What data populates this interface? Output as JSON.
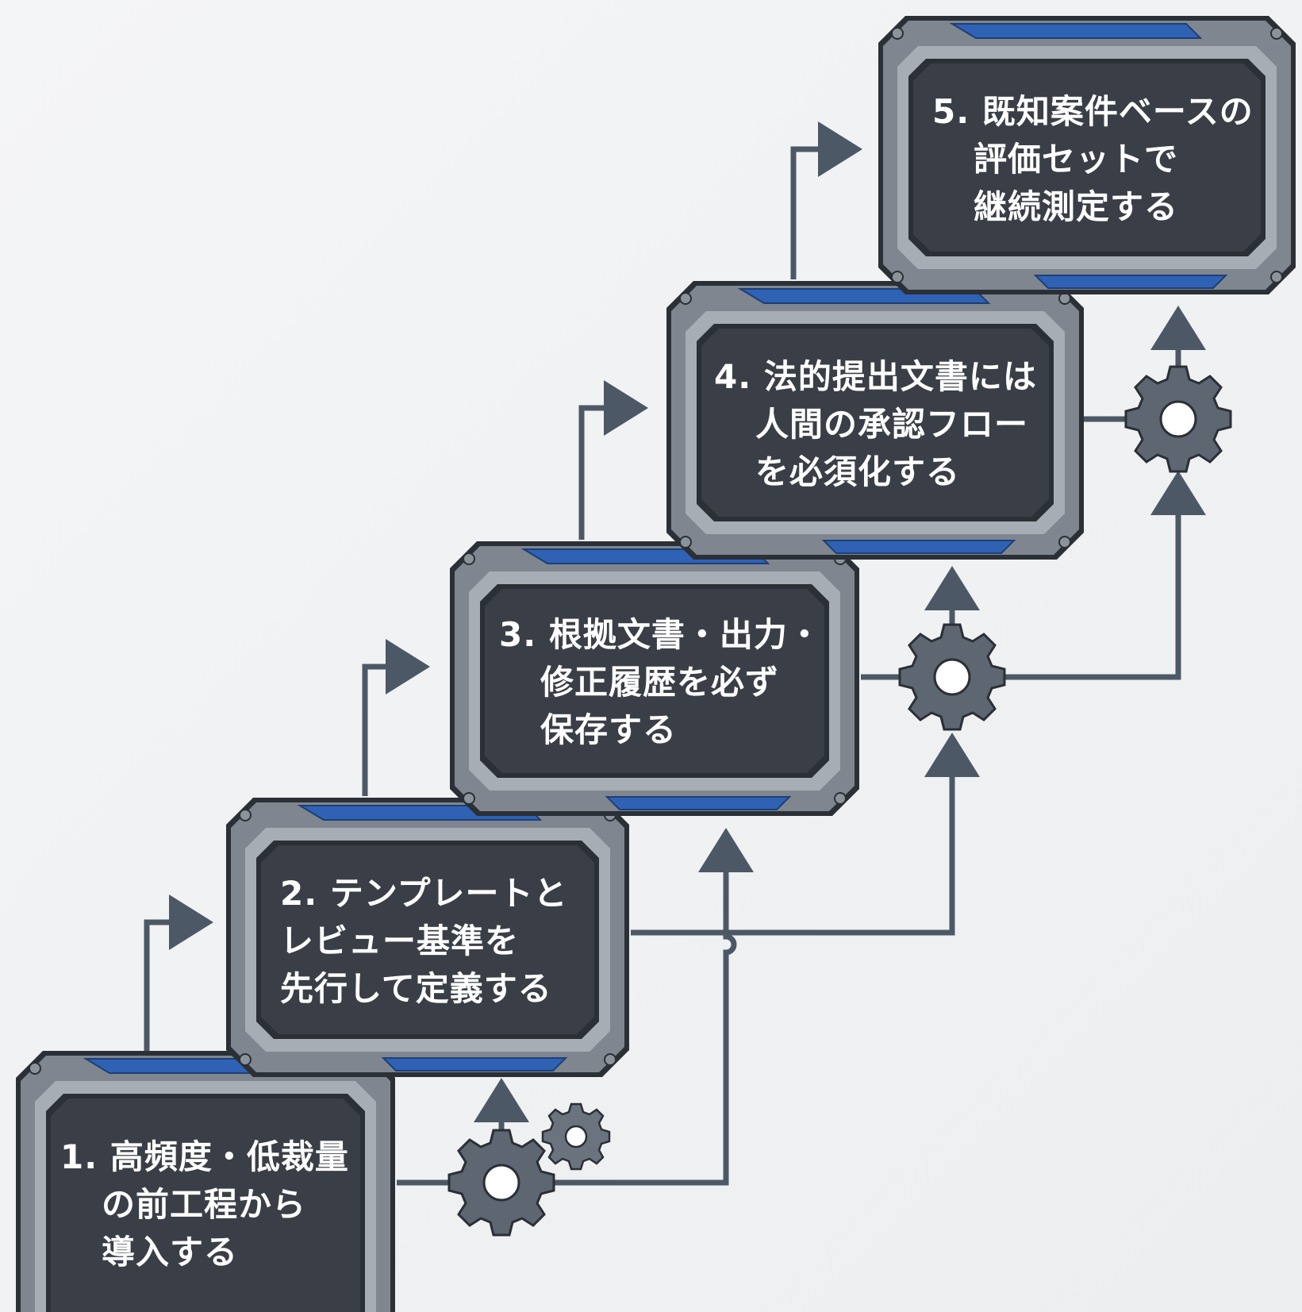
{
  "steps": [
    {
      "number": "1.",
      "lines": [
        "高頻度・低裁量",
        "の前工程から",
        "導入する"
      ]
    },
    {
      "number": "2.",
      "lines": [
        "テンプレートと",
        "レビュー基準を",
        "先行して定義する"
      ]
    },
    {
      "number": "3.",
      "lines": [
        "根拠文書・出力・",
        "修正履歴を必ず",
        "保存する"
      ]
    },
    {
      "number": "4.",
      "lines": [
        "法的提出文書には",
        "人間の承認フロー",
        "を必須化する"
      ]
    },
    {
      "number": "5.",
      "lines": [
        "既知案件ベースの",
        "評価セットで",
        "継続測定する"
      ]
    }
  ],
  "colors": {
    "background": "#eef0f2",
    "frame_outer": "#2b2f36",
    "frame_metal": "#7f8690",
    "frame_metal_light": "#a7adb5",
    "frame_blue": "#2f62b5",
    "screen": "#3a3f47",
    "wire": "#4d5866",
    "gear": "#5d6671",
    "text": "#ffffff"
  },
  "icons": [
    "gear-icon",
    "arrow-icon",
    "bolt-icon"
  ]
}
